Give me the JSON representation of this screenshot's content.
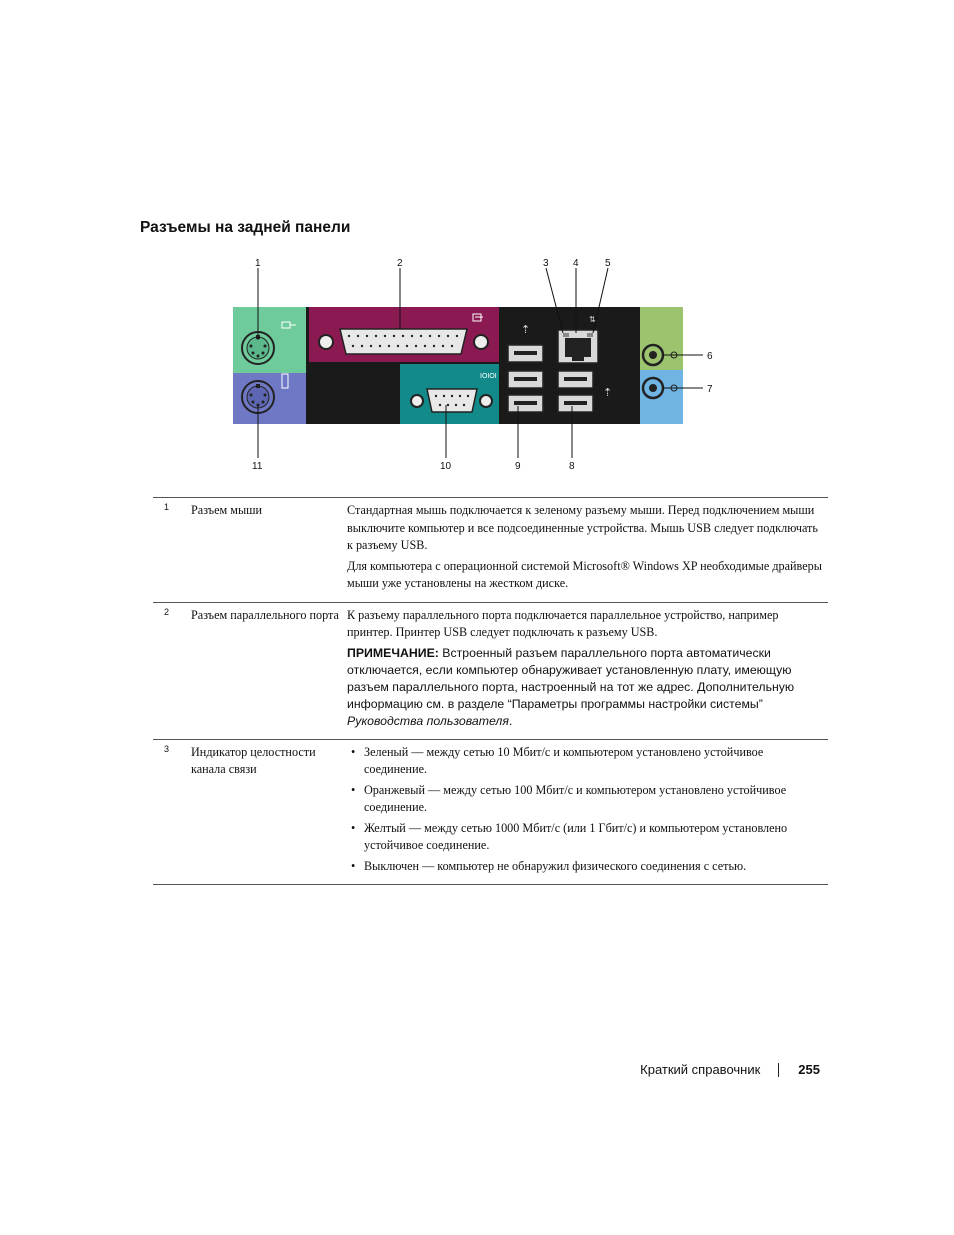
{
  "page_title": "Разъемы на задней панели",
  "figure": {
    "callouts": [
      "1",
      "2",
      "3",
      "4",
      "5",
      "6",
      "7",
      "8",
      "9",
      "10",
      "11"
    ],
    "colors": {
      "mouse_port": "#6fcb9c",
      "keyboard_port": "#6f78c4",
      "parallel_port": "#8b1a52",
      "serial_port": "#138a8a",
      "audio_line_out": "#9cc46e",
      "audio_line_in": "#6fb4e2",
      "panel_black": "#1a1a1a"
    }
  },
  "table": {
    "rows": [
      {
        "num": "1",
        "name": "Разъем мыши",
        "paragraphs": [
          "Стандартная мышь подключается к зеленому разъему мыши. Перед подключением мыши выключите компьютер и все подсоединенные устройства. Мышь USB следует подключать к разъему USB.",
          "Для компьютера с операционной системой Microsoft® Windows XP необходимые драйверы мыши уже установлены на жестком диске."
        ]
      },
      {
        "num": "2",
        "name": "Разъем параллельного порта",
        "paragraph": "К разъему параллельного порта подключается параллельное устройство, например принтер. Принтер USB следует подключать к разъему USB.",
        "note_label": "ПРИМЕЧАНИЕ:",
        "note_text": " Встроенный разъем параллельного порта автоматически отключается, если компьютер обнаруживает установленную плату, имеющую разъем параллельного порта, настроенный на тот же адрес. Дополнительную информацию см. в разделе “Параметры программы настройки системы” ",
        "note_italic": "Руководства пользователя",
        "note_end": "."
      },
      {
        "num": "3",
        "name": "Индикатор целостности канала связи",
        "bullets": [
          "Зеленый — между сетью 10 Мбит/с и компьютером установлено устойчивое соединение.",
          "Оранжевый — между сетью 100 Мбит/с и компьютером установлено устойчивое соединение.",
          "Желтый — между сетью 1000 Мбит/с (или 1 Гбит/с) и компьютером установлено устойчивое соединение.",
          "Выключен — компьютер не обнаружил физического соединения с сетью."
        ]
      }
    ]
  },
  "footer": {
    "section": "Краткий справочник",
    "page_number": "255"
  }
}
